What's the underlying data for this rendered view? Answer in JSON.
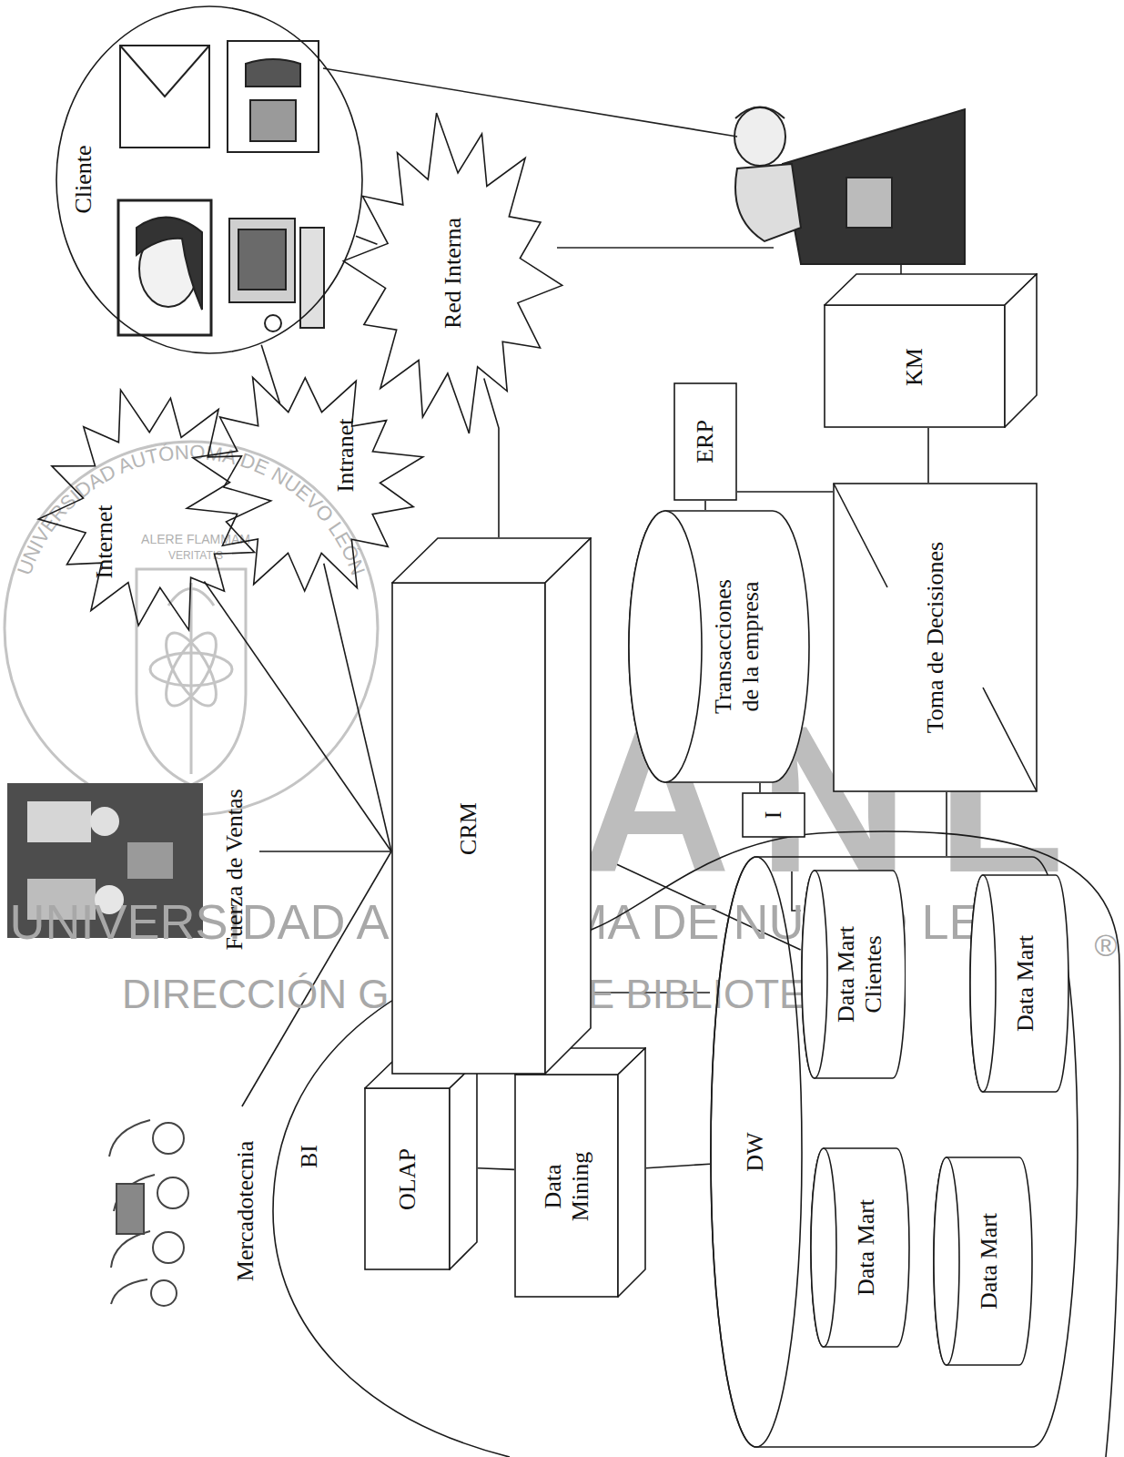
{
  "diagram": {
    "nodes": [
      {
        "text": [
          "Cliente"
        ]
      },
      {
        "text": [
          "Red Interna"
        ]
      },
      {
        "text": [
          "Internet"
        ]
      },
      {
        "text": [
          "Intranet"
        ]
      },
      {
        "text": [
          "Fuerza de Ventas"
        ]
      },
      {
        "text": [
          "Mercadotecnia"
        ]
      },
      {
        "text": [
          "BI"
        ]
      },
      {
        "text": [
          "OLAP"
        ],
        "in": 6
      },
      {
        "text": [
          "Data Mining"
        ],
        "in": 6
      },
      {
        "text": [
          "DW"
        ],
        "in": 6
      },
      {
        "text": [
          "Data Mart Clientes"
        ],
        "in": 9
      },
      {
        "text": [
          "Data Mart"
        ],
        "in": 9
      },
      {
        "text": [
          "Data Mart"
        ],
        "in": 9
      },
      {
        "text": [
          "Data Mart"
        ],
        "in": 9
      },
      {
        "text": [
          "CRM"
        ]
      },
      {
        "text": [
          "I"
        ]
      },
      {
        "text": [
          "Transacciones de la empresa"
        ]
      },
      {
        "text": [
          "ERP"
        ]
      },
      {
        "text": [
          "Toma de Decisiones"
        ]
      },
      {
        "text": [
          "KM"
        ]
      }
    ],
    "edges": [
      {
        "from": 1,
        "to": 0,
        "arrow": "none"
      },
      {
        "from": 3,
        "to": 0,
        "arrow": "none"
      },
      {
        "from": 14,
        "to": 1,
        "arrow": "none"
      },
      {
        "from": 14,
        "to": 2,
        "arrow": "none"
      },
      {
        "from": 14,
        "to": 3,
        "arrow": "none"
      },
      {
        "from": 14,
        "to": 4,
        "arrow": "none"
      },
      {
        "from": 14,
        "to": 5,
        "arrow": "none"
      },
      {
        "from": 14,
        "to": 9,
        "arrow": "none"
      },
      {
        "from": 14,
        "to": 10,
        "arrow": "none"
      },
      {
        "from": 7,
        "to": 8,
        "arrow": "none"
      },
      {
        "from": 8,
        "to": 9,
        "arrow": "none"
      },
      {
        "from": 15,
        "to": 10,
        "arrow": "none"
      },
      {
        "from": 15,
        "to": 16,
        "arrow": "none"
      },
      {
        "from": 16,
        "to": 17,
        "arrow": "none"
      },
      {
        "from": 17,
        "to": 18,
        "arrow": "none"
      },
      {
        "from": 9,
        "to": 18,
        "arrow": "none"
      },
      {
        "from": 18,
        "to": 19,
        "arrow": "none"
      }
    ],
    "labels": [
      "UNIVERSIDAD AUTÓNOMA DE NUEVO LEÓN",
      "ALERE FLAMMAM",
      "VERITATIS",
      "UANL",
      "UNIVERSIDAD AUTÓNOMA DE NUEVO LEÓN",
      "®",
      "DIRECCIÓN GENERAL DE BIBLIOTECAS"
    ]
  }
}
